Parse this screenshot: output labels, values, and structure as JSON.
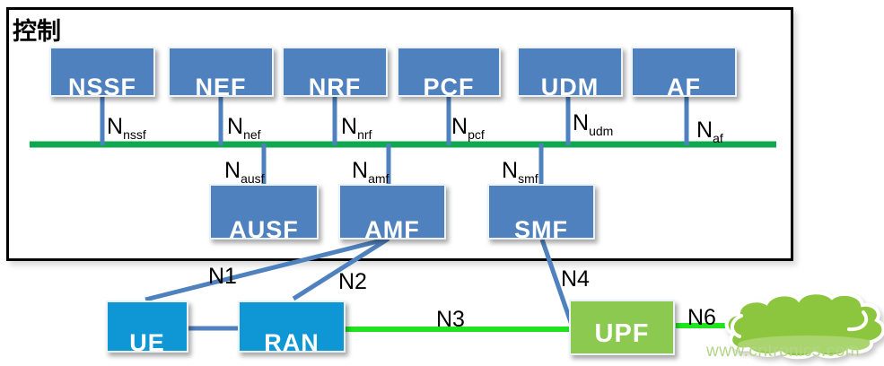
{
  "control_region": {
    "label": "控制"
  },
  "colors": {
    "nf_box_blue": "#4E81BD",
    "access_box_blue": "#0E96D5",
    "upf_box_green": "#8CC951",
    "bus_green": "#0FA750",
    "data_link_green": "#1FE51F",
    "connector_blue": "#4E81BD",
    "cloud_green": "#8CC63E",
    "watermark_green": "#B5D589"
  },
  "nf_boxes": [
    {
      "label": "NSSF",
      "ref_base": "N",
      "ref_sub": "nssf"
    },
    {
      "label": "NEF",
      "ref_base": "N",
      "ref_sub": "nef"
    },
    {
      "label": "NRF",
      "ref_base": "N",
      "ref_sub": "nrf"
    },
    {
      "label": "PCF",
      "ref_base": "N",
      "ref_sub": "pcf"
    },
    {
      "label": "UDM",
      "ref_base": "N",
      "ref_sub": "udm"
    },
    {
      "label": "AF",
      "ref_base": "N",
      "ref_sub": "af"
    }
  ],
  "mid_boxes": [
    {
      "label": "AUSF",
      "ref_base": "N",
      "ref_sub": "ausf"
    },
    {
      "label": "AMF",
      "ref_base": "N",
      "ref_sub": "amf"
    },
    {
      "label": "SMF",
      "ref_base": "N",
      "ref_sub": "smf"
    }
  ],
  "access_boxes": [
    {
      "label": "UE"
    },
    {
      "label": "RAN"
    },
    {
      "label": "UPF"
    }
  ],
  "interface_labels": {
    "n1": "N1",
    "n2": "N2",
    "n3": "N3",
    "n4": "N4",
    "n6": "N6"
  },
  "icons": {
    "cloud": "internet-cloud"
  },
  "watermark": {
    "text": "www.cntronics.com"
  }
}
